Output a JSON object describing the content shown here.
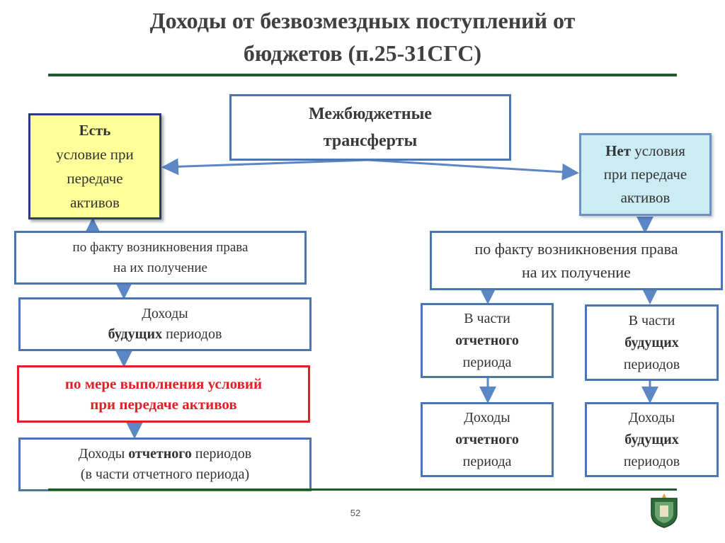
{
  "title": {
    "line1": "Доходы от безвозмездных поступлений от",
    "line2": "бюджетов (п.25-31СГС)"
  },
  "center": {
    "line1": "Межбюджетные",
    "line2": "трансферты"
  },
  "left_head": {
    "bold": "Есть",
    "line2": "условие при",
    "line3": "передаче",
    "line4": "активов"
  },
  "right_head": {
    "bold": "Нет",
    "rest1": " условия",
    "line2": "при передаче",
    "line3": "активов"
  },
  "left_fact": {
    "line1": "по факту возникновения права",
    "line2": "на их получение"
  },
  "left_future": {
    "line1": "Доходы",
    "bold": "будущих",
    "rest": " периодов"
  },
  "left_condition": {
    "line1": "по мере выполнения условий",
    "line2": "при передаче активов"
  },
  "left_current": {
    "pre": "Доходы ",
    "bold": "отчетного",
    "post": " периодов",
    "line2": "(в части отчетного периода)"
  },
  "right_fact": {
    "line1": "по факту возникновения права",
    "line2": "на их получение"
  },
  "right_part_current": {
    "line1": "В части",
    "bold": "отчетного",
    "line3": "периода"
  },
  "right_part_future": {
    "line1": "В части",
    "bold": "будущих",
    "line3": "периодов"
  },
  "right_income_current": {
    "line1": "Доходы",
    "bold": "отчетного",
    "line3": "периода"
  },
  "right_income_future": {
    "line1": "Доходы",
    "bold": "будущих",
    "line3": "периодов"
  },
  "page_number": "52",
  "colors": {
    "border_blue": "#4a76b3",
    "arrow_blue": "#5b87c5",
    "yellow_fill": "#ffff99",
    "light_blue_fill": "#ccecf5",
    "red": "#e01f26",
    "rule_green": "#1e5a2c"
  }
}
